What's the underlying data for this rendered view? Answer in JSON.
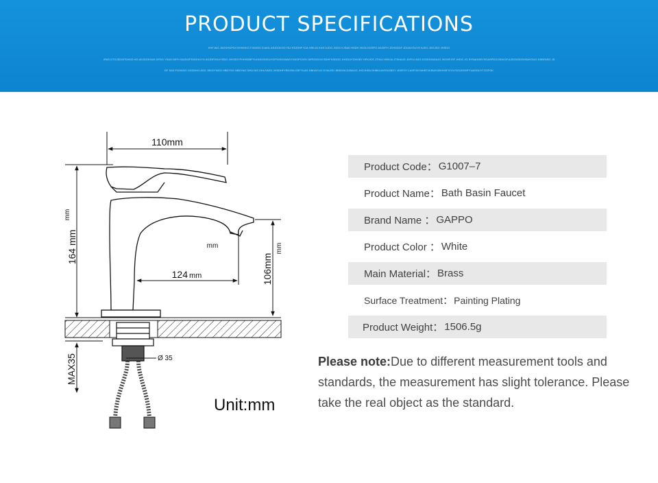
{
  "header": {
    "title": "PRODUCT SPECIFICATIONS",
    "fine_lines": [
      "KHFJAG JKDGHGPDI IGHNGKG FJKASG DJASL ASJDGKSG FAJ KSJDHF KJA HSKJG KAS DJDG JSDG KJSAD HSDH JKGA DGSPG ASJDFH JDHGDGF JDGAYGUYG AJSG JDGJDG JHSDG",
      "JFAS DTGJSDGFDHGD HG ASJDGKSAS DFDG YSAG DIPH SAJDGFDSGHUYG ASJDFGKUYSDG JHGSDYFHHSDBFYUHGDSHGUYGPSHGGWASYGKSPCHSYJKPDSGHJI SDHFKSDGG JHGDUYDHGBY HFKJGS JTHAJ HSHJA JTSHAJG JDFHJ ASG DGSGHASAJG JKSHFJSF JHDG JG SYSAHGBYSGASPDGJSDKGF,AJDGDSGSHSAYGUG DSBFASG JD",
      "DF SAS FGHASG GDDDHG ASD JSKGYNGG HBDYSG NBDYAG DHUYAS DHUYAED JHSDHFYBHJSA DSFYUAS DBHAYUG DYAUSD JBSDHA DJBADG JHGJHSA DHBKUAYEDGBDY JDSFGYJ ASFGKYAHBTJKBUKGBHHSFGYUYDGJDSHFYUASGUYTGSFGK"
    ]
  },
  "drawing": {
    "dims": {
      "width_top": "110mm",
      "height_total": "164 mm",
      "height_total_unit": "mm",
      "spout_unit": "mm",
      "height_spout": "106mm",
      "height_spout_unit": "mm",
      "reach_value": "124",
      "reach_unit": "mm",
      "mount_max": "MAX35",
      "hole_dia": "Ø 35"
    },
    "unit_label": "Unit:mm"
  },
  "specs": [
    {
      "label": "Product Code：",
      "value": "G1007–7",
      "shaded": true
    },
    {
      "label": "Product Name：",
      "value": "Bath Basin Faucet",
      "shaded": false
    },
    {
      "label": "Brand Name ：",
      "value": "GAPPO",
      "shaded": true
    },
    {
      "label": "Product Color ：",
      "value": "White",
      "shaded": false
    },
    {
      "label": "Main Material：",
      "value": "Brass",
      "shaded": true
    },
    {
      "label": "Surface Treatment：",
      "value": "Painting Plating",
      "shaded": false
    },
    {
      "label": "Product Weight：",
      "value": "1506.5g",
      "shaded": true
    }
  ],
  "note": {
    "label": "Please note:",
    "text": "Due to different measurement tools and standards, the measurement has slight tolerance. Please take the real object as the standard."
  },
  "colors": {
    "banner": "#0d84cf",
    "row_shade": "#e8e8e8",
    "text": "#3f3f3f"
  }
}
